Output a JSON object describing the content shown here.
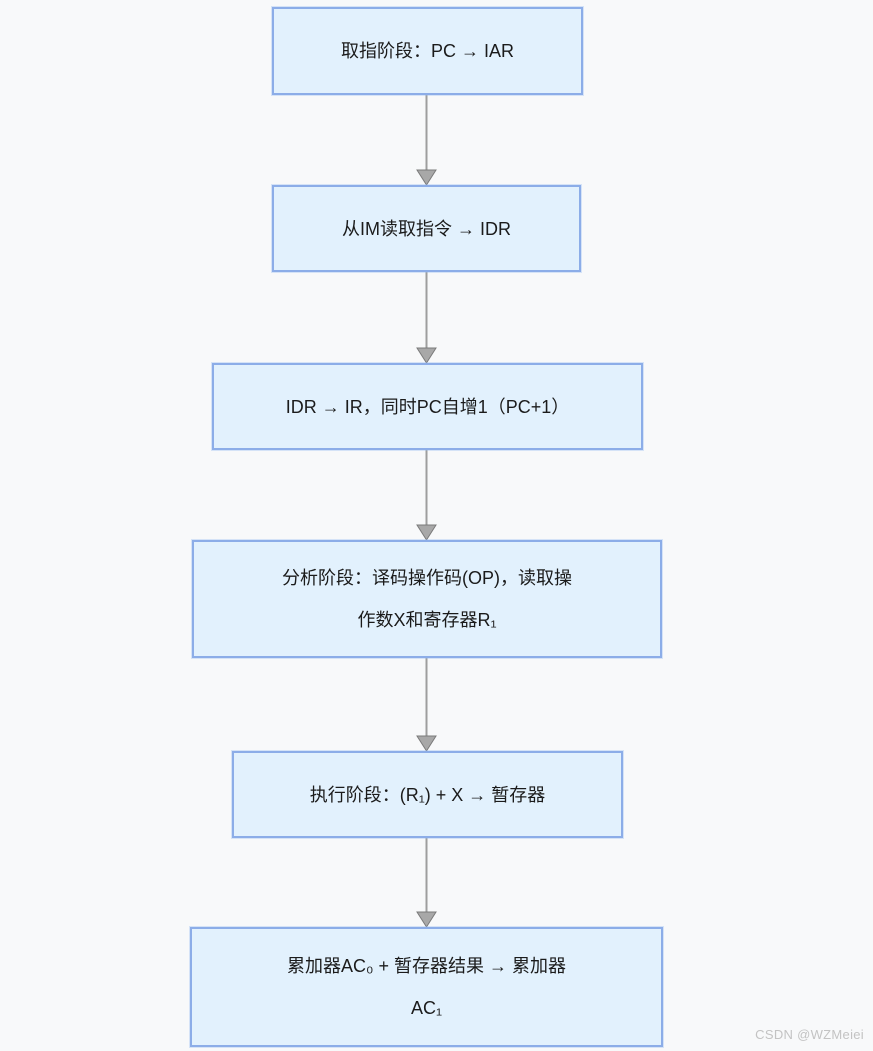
{
  "page": {
    "background": "#f8f9fa",
    "watermark": "CSDN @WZMeiei"
  },
  "flowchart": {
    "type": "vertical-flow",
    "node_fill": "#e2f1fd",
    "node_border": "#8cade8",
    "arrow_line_color": "#9e9e9e",
    "arrow_head_fill": "#a8a8a8",
    "arrow_head_stroke": "#7a7a7a",
    "text_color": "#1b1b1b",
    "steps": [
      {
        "id": "step-1",
        "lines": [
          "取指阶段：PC → IAR"
        ]
      },
      {
        "id": "step-2",
        "lines": [
          "从IM读取指令 → IDR"
        ]
      },
      {
        "id": "step-3",
        "lines": [
          "IDR → IR，同时PC自增1（PC+1）"
        ]
      },
      {
        "id": "step-4",
        "lines": [
          "分析阶段：译码操作码(OP)，读取操",
          "作数X和寄存器R₁"
        ]
      },
      {
        "id": "step-5",
        "lines": [
          "执行阶段：(R₁) + X → 暂存器"
        ]
      },
      {
        "id": "step-6",
        "lines": [
          "累加器AC₀ + 暂存器结果 → 累加器",
          "AC₁"
        ]
      }
    ],
    "connections": [
      {
        "from": "step-1",
        "to": "step-2"
      },
      {
        "from": "step-2",
        "to": "step-3"
      },
      {
        "from": "step-3",
        "to": "step-4"
      },
      {
        "from": "step-4",
        "to": "step-5"
      },
      {
        "from": "step-5",
        "to": "step-6"
      }
    ]
  }
}
